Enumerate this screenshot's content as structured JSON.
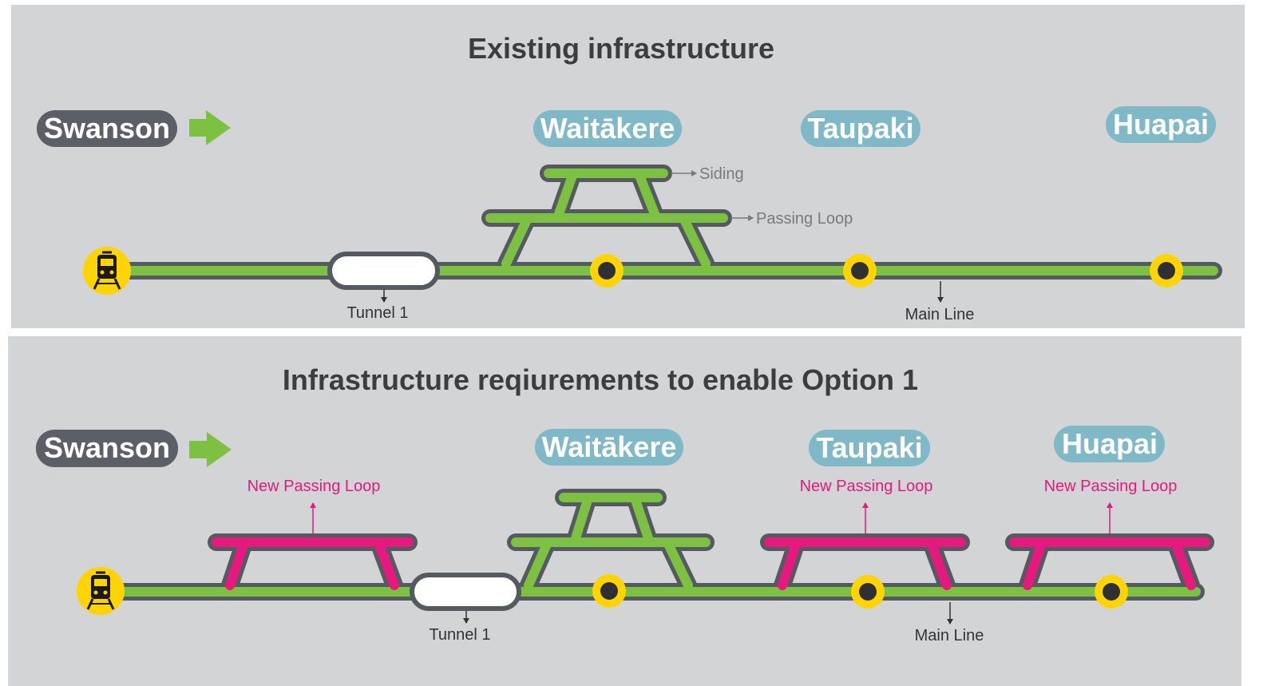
{
  "panels": [
    {
      "title": "Existing infrastructure",
      "origin": "Swanson",
      "stations": [
        "Waitākere",
        "Taupaki",
        "Huapai"
      ],
      "labels": {
        "siding": "Siding",
        "passing_loop": "Passing Loop",
        "tunnel": "Tunnel 1",
        "main_line": "Main Line"
      }
    },
    {
      "title": "Infrastructure reqiurements to enable Option 1",
      "origin": "Swanson",
      "stations": [
        "Waitākere",
        "Taupaki",
        "Huapai"
      ],
      "labels": {
        "new_passing_loop": "New Passing Loop",
        "tunnel": "Tunnel 1",
        "main_line": "Main Line"
      }
    }
  ],
  "colors": {
    "panel_bg": "#d3d4d6",
    "track_green": "#7dc142",
    "track_outline": "#555a60",
    "new_loop": "#e6197f",
    "station_pill": "#7fb8c6",
    "origin_pill": "#5b5f68",
    "arrow_green": "#7dc142",
    "station_yellow": "#ffd400",
    "station_dot": "#2f3033"
  },
  "icons": [
    "train-icon",
    "right-arrow-icon"
  ]
}
